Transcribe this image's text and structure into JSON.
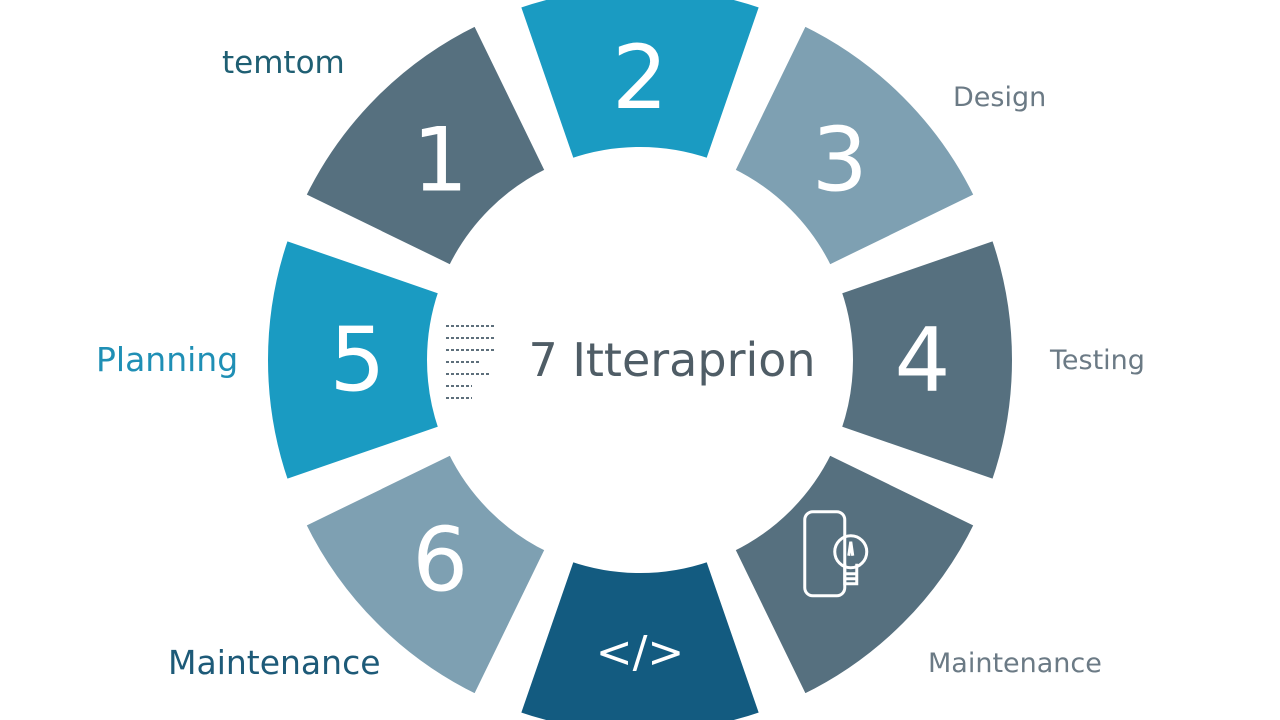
{
  "colors": {
    "dark_slate": "#56707f",
    "teal": "#1a9bc2",
    "light_slate": "#7ea0b2",
    "navy": "#135b80",
    "text_gray": "#6b7a85"
  },
  "center": {
    "title": "7 Itteraprion"
  },
  "segments": [
    {
      "id": "seg-1",
      "number": "1",
      "color": "#56707f"
    },
    {
      "id": "seg-2",
      "number": "2",
      "color": "#1a9bc2"
    },
    {
      "id": "seg-3",
      "number": "3",
      "color": "#7ea0b2"
    },
    {
      "id": "seg-4",
      "number": "4",
      "color": "#56707f"
    },
    {
      "id": "seg-5",
      "number": "5",
      "color": "#1a9bc2"
    },
    {
      "id": "seg-6",
      "number": "6",
      "color": "#7ea0b2"
    },
    {
      "id": "seg-code",
      "icon": "code-icon",
      "glyph": "</>",
      "color": "#135b80"
    },
    {
      "id": "seg-idea",
      "icon": "lightbulb-icon",
      "color": "#56707f"
    }
  ],
  "labels": {
    "top_left": "temtom",
    "design": "Design",
    "planning": "Planning",
    "testing": "Testing",
    "maintenance_left": "Maintenance",
    "maintenance_right": "Maintenance"
  }
}
